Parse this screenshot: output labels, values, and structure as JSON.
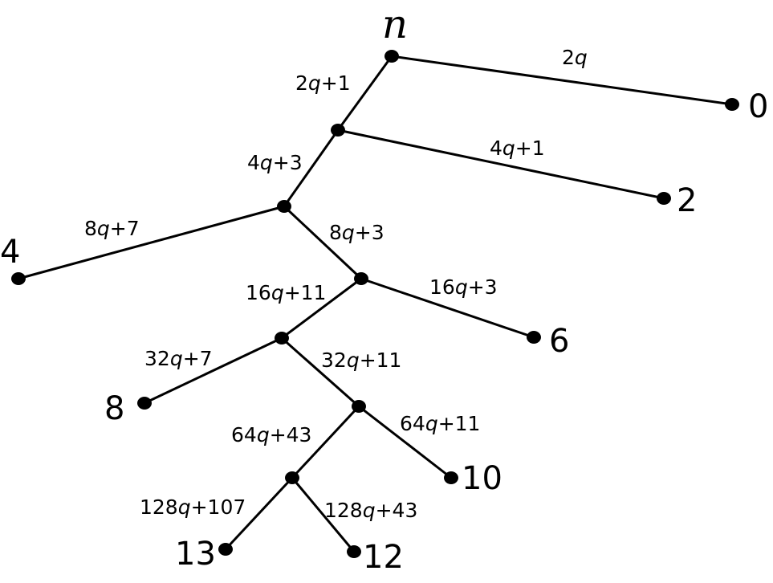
{
  "root_label": "n",
  "leaves": [
    {
      "label": "0"
    },
    {
      "label": "2"
    },
    {
      "label": "4"
    },
    {
      "label": "6"
    },
    {
      "label": "8"
    },
    {
      "label": "10"
    },
    {
      "label": "13"
    },
    {
      "label": "12"
    }
  ],
  "edges": [
    {
      "coef": "2",
      "var": "q",
      "const": ""
    },
    {
      "coef": "2",
      "var": "q",
      "const": "+1"
    },
    {
      "coef": "4",
      "var": "q",
      "const": "+1"
    },
    {
      "coef": "4",
      "var": "q",
      "const": "+3"
    },
    {
      "coef": "8",
      "var": "q",
      "const": "+7"
    },
    {
      "coef": "8",
      "var": "q",
      "const": "+3"
    },
    {
      "coef": "16",
      "var": "q",
      "const": "+3"
    },
    {
      "coef": "16",
      "var": "q",
      "const": "+11"
    },
    {
      "coef": "32",
      "var": "q",
      "const": "+7"
    },
    {
      "coef": "32",
      "var": "q",
      "const": "+11"
    },
    {
      "coef": "64",
      "var": "q",
      "const": "+11"
    },
    {
      "coef": "64",
      "var": "q",
      "const": "+43"
    },
    {
      "coef": "128",
      "var": "q",
      "const": "+107"
    },
    {
      "coef": "128",
      "var": "q",
      "const": "+43"
    }
  ],
  "colors": {
    "line": "#000000",
    "background": "#ffffff"
  }
}
